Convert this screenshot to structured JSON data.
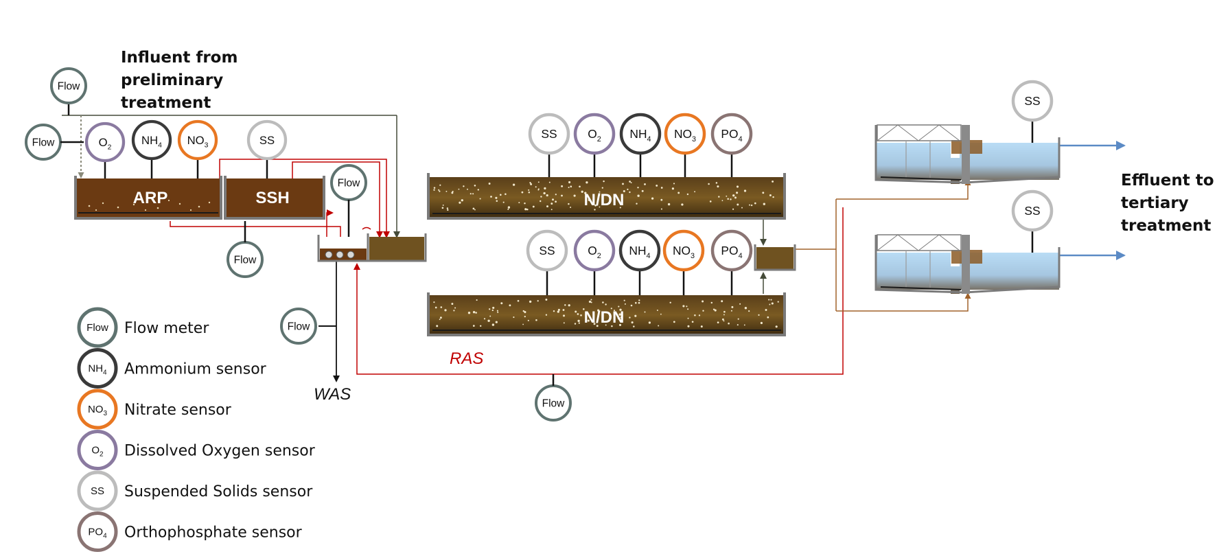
{
  "colors": {
    "flow": "#5f7370",
    "nh4": "#3a3a3a",
    "no3": "#e87722",
    "o2": "#8a7aa0",
    "ss": "#bcbcbc",
    "po4": "#8a7473",
    "ras_line": "#c00000",
    "effluent_arrow": "#5b8ac5",
    "sludge": "#6b3a12",
    "water": "#a8d0ef"
  },
  "labels": {
    "influent": [
      "Influent from",
      "preliminary",
      "treatment"
    ],
    "effluent": [
      "Effluent to",
      "tertiary",
      "treatment"
    ],
    "arp": "ARP",
    "ssh": "SSH",
    "ndn_top": "N/DN",
    "ndn_bottom": "N/DN",
    "ras": "RAS",
    "was": "WAS"
  },
  "sensors": {
    "flow": "Flow",
    "o2": "O",
    "o2_sub": "2",
    "nh4": "NH",
    "nh4_sub": "4",
    "no3": "NO",
    "no3_sub": "3",
    "ss": "SS",
    "po4": "PO",
    "po4_sub": "4"
  },
  "legend": [
    {
      "key": "flow",
      "text": "Flow meter"
    },
    {
      "key": "nh4",
      "text": "Ammonium sensor"
    },
    {
      "key": "no3",
      "text": "Nitrate sensor"
    },
    {
      "key": "o2",
      "text": "Dissolved Oxygen sensor"
    },
    {
      "key": "ss",
      "text": "Suspended Solids sensor"
    },
    {
      "key": "po4",
      "text": "Orthophosphate sensor"
    }
  ]
}
